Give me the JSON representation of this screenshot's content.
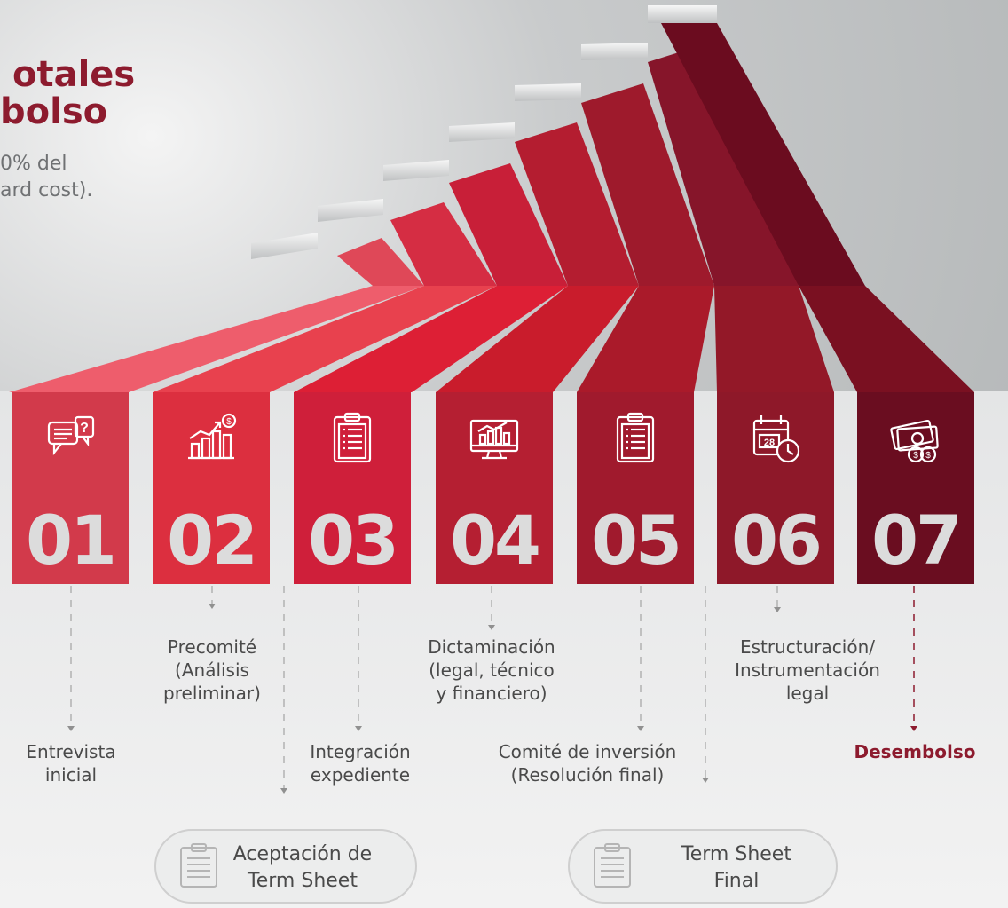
{
  "header": {
    "title_line1": "otales",
    "title_line2": "bolso",
    "sub_line1": "0% del",
    "sub_line2": "ard cost)."
  },
  "steps": [
    {
      "num": "01",
      "color": "#d23a4b",
      "icon": "chat-question-icon"
    },
    {
      "num": "02",
      "color": "#dc2f3f",
      "icon": "growth-chart-dollar-icon"
    },
    {
      "num": "03",
      "color": "#cf1f3a",
      "icon": "clipboard-icon"
    },
    {
      "num": "04",
      "color": "#b51f32",
      "icon": "monitor-chart-icon"
    },
    {
      "num": "05",
      "color": "#a01a2d",
      "icon": "clipboard-icon"
    },
    {
      "num": "06",
      "color": "#8e1829",
      "icon": "calendar-clock-icon"
    },
    {
      "num": "07",
      "color": "#6a0d20",
      "icon": "money-bills-coins-icon"
    }
  ],
  "labels": {
    "l01": [
      "Entrevista",
      "inicial"
    ],
    "l02": [
      "Precomité",
      "(Análisis",
      "preliminar)"
    ],
    "l03": [
      "Integración",
      "expediente"
    ],
    "l04": [
      "Dictaminación",
      "(legal, técnico",
      "y financiero)"
    ],
    "l05": [
      "Comité de inversión",
      "(Resolución final)"
    ],
    "l06": [
      "Estructuración/",
      "Instrumentación",
      "legal"
    ],
    "l07": "Desembolso"
  },
  "pills": {
    "p1": [
      "Aceptación de",
      "Term Sheet"
    ],
    "p2": [
      "Term Sheet",
      "Final"
    ]
  },
  "colors": {
    "accent": "#8d1b2e",
    "number_text": "#dcdcdc",
    "label_text": "#4a4a4a",
    "sub_text": "#6f7173"
  }
}
